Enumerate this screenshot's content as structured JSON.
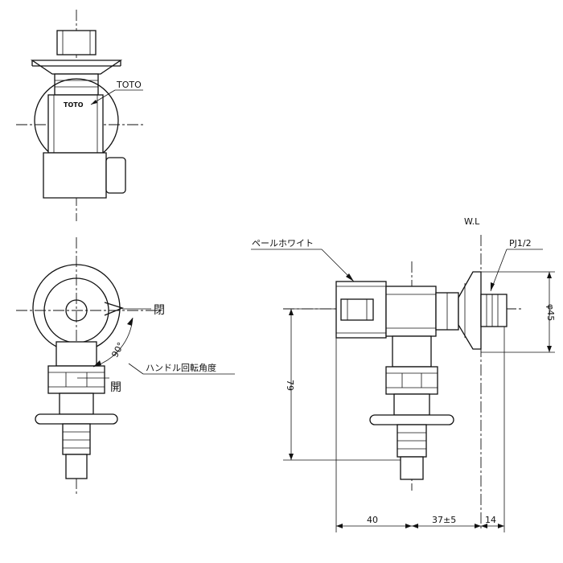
{
  "labels": {
    "toto_callout": "TOTO",
    "toto_logo": "TOTO",
    "close": "閉",
    "open": "開",
    "handle_angle_caption": "ハンドル回転角度",
    "angle": "90°",
    "color": "ペールホワイト",
    "thread": "PJ1/2",
    "waterline": "W.L"
  },
  "dimensions": {
    "height": "79",
    "offset_left": "40",
    "offset_mid": "37±5",
    "offset_right": "14",
    "diameter": "φ45"
  }
}
